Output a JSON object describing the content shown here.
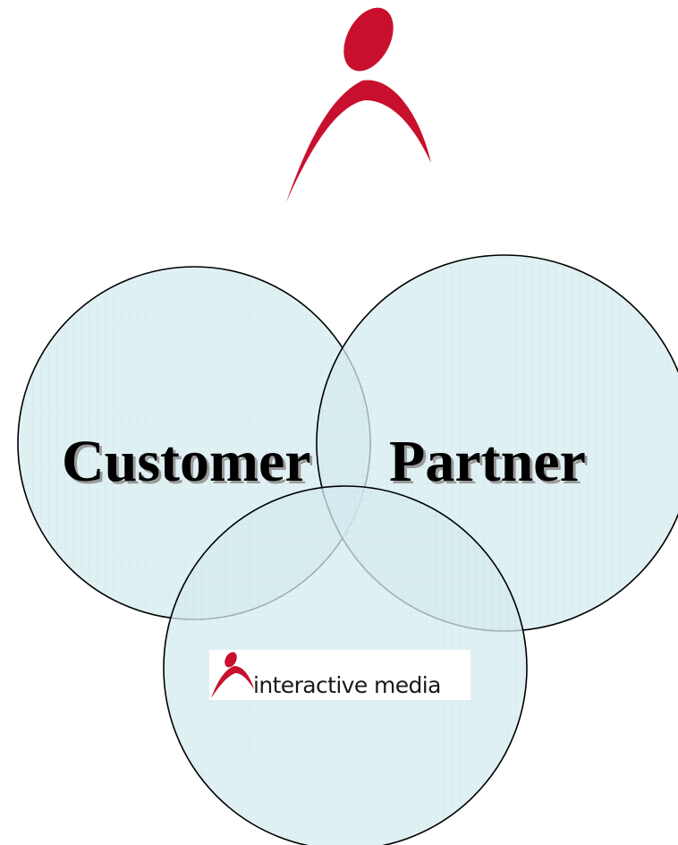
{
  "colors": {
    "brand_red": "#c8102e",
    "circle_fill": "#d6ecf0",
    "circle_stroke": "#000000",
    "grid_line": "#b9d3d9"
  },
  "logo": {
    "icon": "person-arc-logo"
  },
  "venn": {
    "circles": [
      {
        "id": "customer",
        "label": "Customer"
      },
      {
        "id": "partner",
        "label": "Partner"
      },
      {
        "id": "interactive-media",
        "label": ""
      }
    ]
  },
  "brand_logo": {
    "icon": "person-arc-logo",
    "text": "interactive media"
  }
}
